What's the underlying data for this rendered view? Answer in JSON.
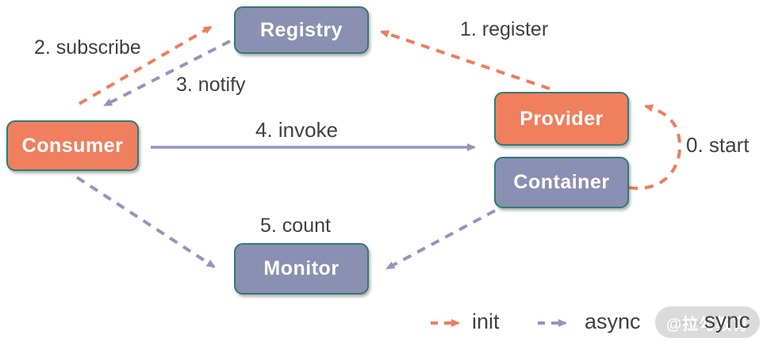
{
  "nodes": {
    "registry": {
      "label": "Registry",
      "color": "#8b8fb2"
    },
    "consumer": {
      "label": "Consumer",
      "color": "#ef7f5e"
    },
    "provider": {
      "label": "Provider",
      "color": "#ef7f5e"
    },
    "container": {
      "label": "Container",
      "color": "#8b8fb2"
    },
    "monitor": {
      "label": "Monitor",
      "color": "#8b8fb2"
    }
  },
  "edges": {
    "start": {
      "label": "0. start",
      "style": "dashed",
      "color": "#ee7d5c",
      "from": "container",
      "to": "provider"
    },
    "register": {
      "label": "1. register",
      "style": "dashed",
      "color": "#ee7d5c",
      "from": "provider",
      "to": "registry"
    },
    "subscribe": {
      "label": "2. subscribe",
      "style": "dashed",
      "color": "#ee7d5c",
      "from": "consumer",
      "to": "registry"
    },
    "notify": {
      "label": "3. notify",
      "style": "dashed",
      "color": "#9195be",
      "from": "registry",
      "to": "consumer"
    },
    "invoke": {
      "label": "4. invoke",
      "style": "solid",
      "color": "#9195be",
      "from": "consumer",
      "to": "provider"
    },
    "count": {
      "label": "5. count",
      "style": "dashed",
      "color": "#9195be",
      "from": "consumer-and-container",
      "to": "monitor"
    }
  },
  "legend": {
    "init": {
      "label": "init",
      "style": "dashed",
      "color": "#ee7d5c"
    },
    "async": {
      "label": "async",
      "style": "dashed",
      "color": "#9195be"
    },
    "sync": {
      "label": "sync",
      "style": "solid",
      "color": "#9195be"
    }
  },
  "watermark": {
    "label": "@拉勾教育"
  },
  "colors": {
    "node_border": "#2e7d74",
    "node_orange": "#ef7f5e",
    "node_purple": "#8b8fb2",
    "arrow_orange": "#ee7d5c",
    "arrow_purple": "#9195be",
    "label_text": "#3f3f44",
    "background": "#ffffff",
    "watermark_pill": "#d5d5d5"
  }
}
